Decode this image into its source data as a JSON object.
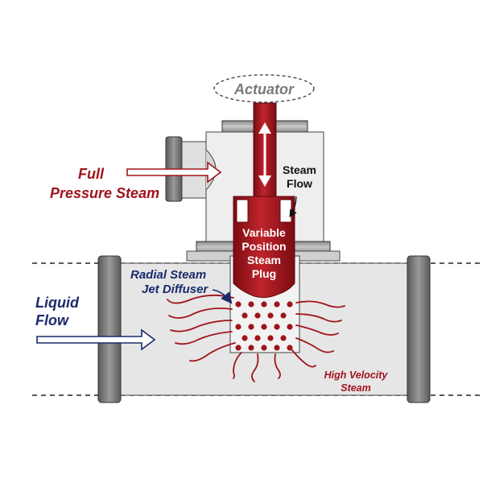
{
  "labels": {
    "actuator": "Actuator",
    "full_pressure_steam_line1": "Full",
    "full_pressure_steam_line2": "Pressure Steam",
    "steam_flow_line1": "Steam",
    "steam_flow_line2": "Flow",
    "plug_line1": "Variable",
    "plug_line2": "Position",
    "plug_line3": "Steam",
    "plug_line4": "Plug",
    "radial_line1": "Radial Steam",
    "radial_line2": "Jet Diffuser",
    "liquid_line1": "Liquid",
    "liquid_line2": "Flow",
    "high_velocity_line1": "High Velocity",
    "high_velocity_line2": "Steam"
  },
  "colors": {
    "steam_red": "#a0141c",
    "navy": "#1a2a6c",
    "gray_body": "#e8e8e8",
    "flange": "#7a7a7a"
  }
}
